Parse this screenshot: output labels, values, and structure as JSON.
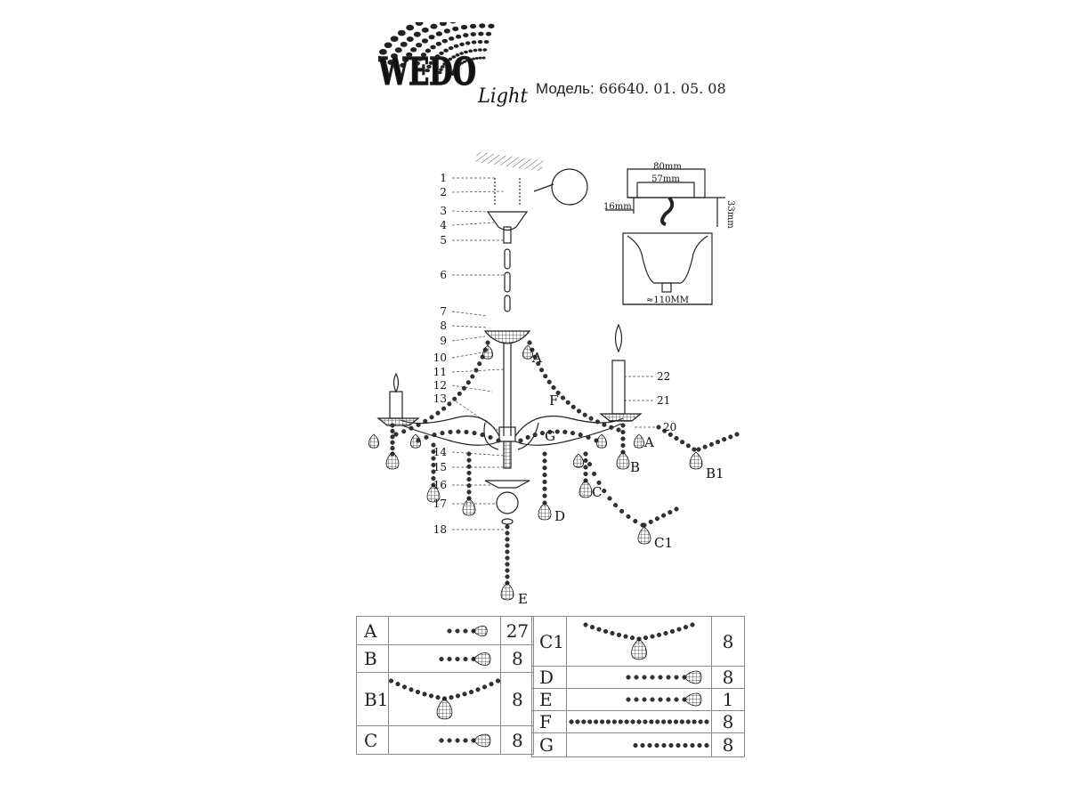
{
  "brand": {
    "logo_text": "WEDO",
    "logo_sub": "Light"
  },
  "model": {
    "label": "Модель:",
    "value": "66640. 01. 05. 08"
  },
  "mount_detail": {
    "width_outer": "80mm",
    "width_inner": "57mm",
    "offset": "16mm",
    "hook_height": "33mm",
    "canopy_diameter": "≈110MM"
  },
  "callouts": [
    "1",
    "2",
    "3",
    "4",
    "5",
    "6",
    "7",
    "8",
    "9",
    "10",
    "11",
    "12",
    "13",
    "14",
    "15",
    "16",
    "17",
    "18",
    "20",
    "21",
    "22"
  ],
  "crystal_labels": [
    "A",
    "F",
    "G",
    "A",
    "B",
    "B1",
    "C",
    "D",
    "C1",
    "E"
  ],
  "parts_left": [
    {
      "code": "A",
      "qty": "27",
      "type": "drop-short"
    },
    {
      "code": "B",
      "qty": "8",
      "type": "drop-medium"
    },
    {
      "code": "B1",
      "qty": "8",
      "type": "garland"
    },
    {
      "code": "C",
      "qty": "8",
      "type": "drop-large"
    }
  ],
  "parts_right": [
    {
      "code": "C1",
      "qty": "8",
      "type": "garland"
    },
    {
      "code": "D",
      "qty": "8",
      "type": "drop-long"
    },
    {
      "code": "E",
      "qty": "1",
      "type": "drop-long"
    },
    {
      "code": "F",
      "qty": "8",
      "type": "chain-long"
    },
    {
      "code": "G",
      "qty": "8",
      "type": "chain-short"
    }
  ]
}
